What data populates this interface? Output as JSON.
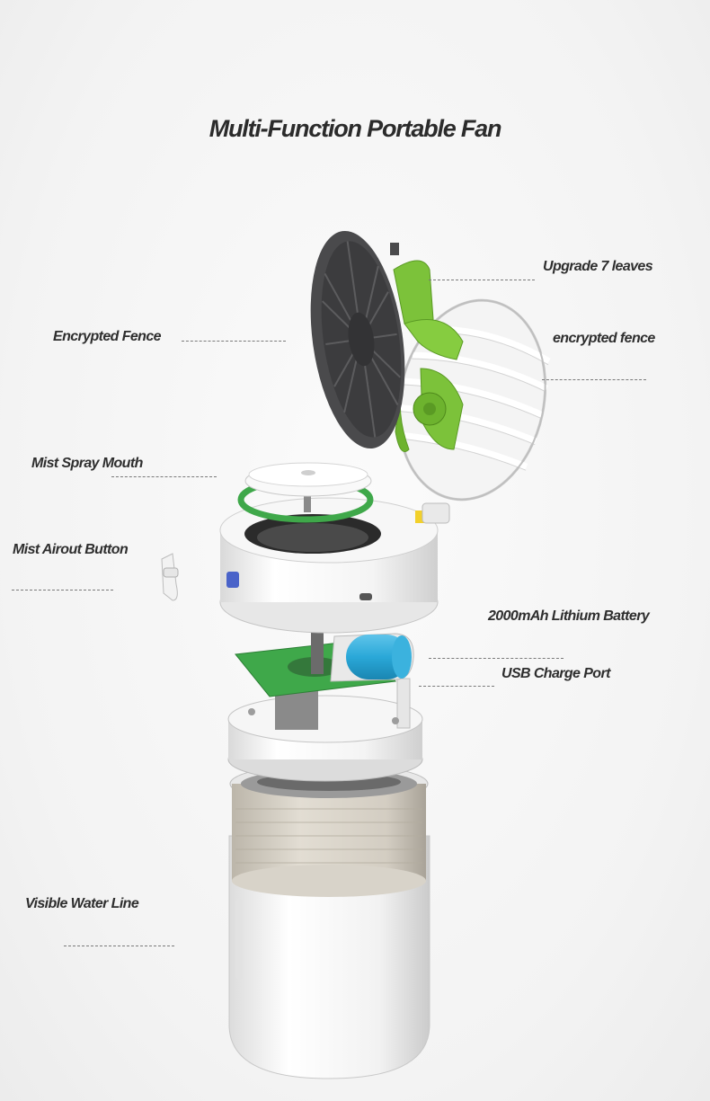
{
  "title": "Multi-Function Portable Fan",
  "labels": {
    "upgrade_leaves": "Upgrade 7 leaves",
    "encrypted_fence_left": "Encrypted Fence",
    "encrypted_fence_right": "encrypted fence",
    "mist_spray_mouth": "Mist Spray Mouth",
    "mist_airout_button": "Mist Airout Button",
    "battery": "2000mAh Lithium Battery",
    "usb_charge_port": "USB Charge Port",
    "visible_water_line": "Visible Water Line"
  },
  "colors": {
    "fan_grey": "#4a4a4c",
    "blade_green": "#7cc23a",
    "board_green": "#3fa84a",
    "battery_blue": "#2aa8d8",
    "body_white": "#ffffff"
  }
}
